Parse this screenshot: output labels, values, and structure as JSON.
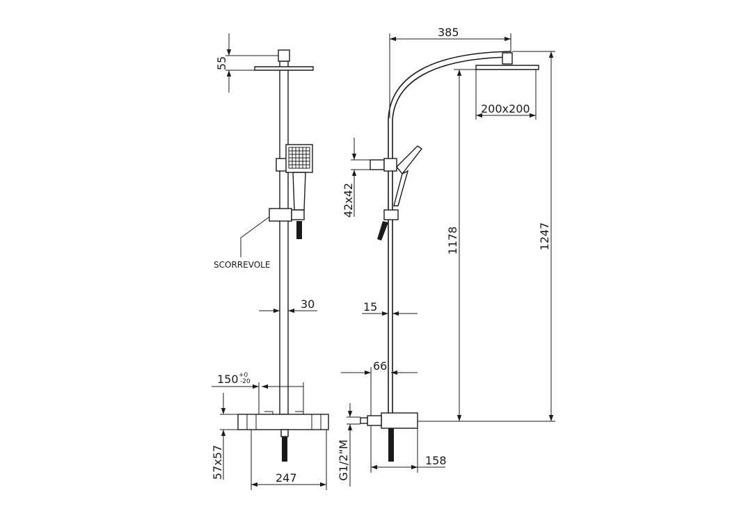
{
  "dimensions": {
    "d55": "55",
    "d385": "385",
    "d200x200": "200x200",
    "d42x42": "42x42",
    "d1178": "1178",
    "d1247": "1247",
    "d30": "30",
    "d15": "15",
    "d66": "66",
    "d150": "150",
    "d150_tol_upper": "+0",
    "d150_tol_lower": "-20",
    "d57x57": "57x57",
    "d247": "247",
    "dG12M": "G1/2\"M",
    "d158": "158"
  },
  "labels": {
    "scorrevole": "SCORREVOLE"
  }
}
